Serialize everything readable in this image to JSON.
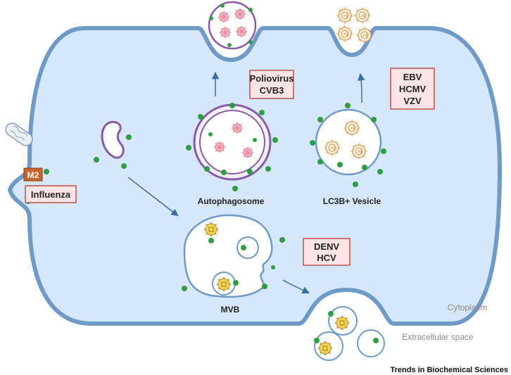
{
  "labels": {
    "poliovirus": "Poliovirus",
    "cvb3": "CVB3",
    "ebv": "EBV",
    "hcmv": "HCMV",
    "vzv": "VZV",
    "m2": "M2",
    "influenza": "Influenza",
    "denv": "DENV",
    "hcv": "HCV",
    "autophagosome": "Autophagosome",
    "lc3b_vesicle": "LC3B+ Vesicle",
    "mvb": "MVB",
    "cytoplasm": "Cytoplasm",
    "extracellular_space": "Extracellular space",
    "journal": "Trends in Biochemical Sciences"
  },
  "colors": {
    "cell_fill": "#d5e7f8",
    "membrane": "#6e9ac8",
    "autophagosome_membrane": "#8a5aa6",
    "green_marker": "#2e9e44",
    "picornavirus": "#f08c9b",
    "herpesvirus": "#d9a05b",
    "flavivirus": "#e3b825",
    "label_box_fill": "#fde5e5",
    "label_box_border": "#c0504d",
    "m2_fill": "#c8652a",
    "arrow": "#3a6e9e"
  }
}
